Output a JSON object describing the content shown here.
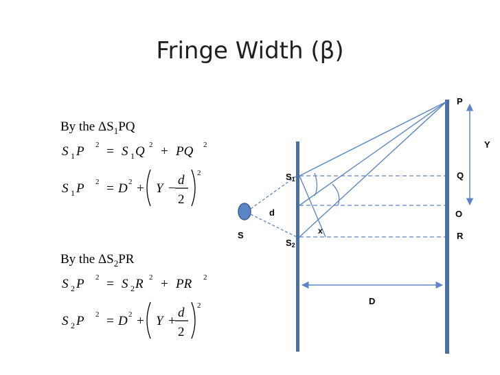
{
  "slide": {
    "title": "Fringe Width (β)"
  },
  "left": {
    "triangle1": {
      "intro": "By the ",
      "delta": "Δ",
      "S": "S",
      "sub": "1",
      "rest": "PQ",
      "eq1": {
        "lhs_s": "S",
        "lhs_sub": "1",
        "lhs_p": "P",
        "exp": "2",
        "eq": "=",
        "r1_s": "S",
        "r1_sub": "1",
        "r1_q": "Q",
        "r1_exp": "2",
        "plus": "+",
        "r2": "PQ",
        "r2_exp": "2"
      },
      "eq2": {
        "lhs_s": "S",
        "lhs_sub": "1",
        "lhs_p": "P",
        "exp": "2",
        "eq": "=",
        "D": "D",
        "D_exp": "2",
        "plus": "+",
        "Y": "Y",
        "op": "−",
        "num": "d",
        "den": "2",
        "outer_exp": "2"
      }
    },
    "triangle2": {
      "intro": "By the ",
      "delta": "Δ",
      "S": "S",
      "sub": "2",
      "rest": "PR",
      "eq1": {
        "lhs_s": "S",
        "lhs_sub": "2",
        "lhs_p": "P",
        "exp": "2",
        "eq": "=",
        "r1_s": "S",
        "r1_sub": "2",
        "r1_r": "R",
        "r1_exp": "2",
        "plus": "+",
        "r2": "PR",
        "r2_exp": "2"
      },
      "eq2": {
        "lhs_s": "S",
        "lhs_sub": "2",
        "lhs_p": "P",
        "exp": "2",
        "eq": "=",
        "D": "D",
        "D_exp": "2",
        "plus": "+",
        "Y": "Y",
        "op": "+",
        "num": "d",
        "den": "2",
        "outer_exp": "2"
      }
    }
  },
  "diagram": {
    "labels": {
      "P": "P",
      "Q": "Q",
      "O": "O",
      "R": "R",
      "Y": "Y",
      "S": "S",
      "d": "d",
      "x": "x",
      "D": "D",
      "S1": "S",
      "S1_sub": "1",
      "S2": "S",
      "S2_sub": "2"
    },
    "colors": {
      "slit": "#4a6fa5",
      "screen": "#4a6fa5",
      "line": "#5b85c4",
      "source_fill": "#5b86c5",
      "arrow": "#5b85c4"
    }
  }
}
